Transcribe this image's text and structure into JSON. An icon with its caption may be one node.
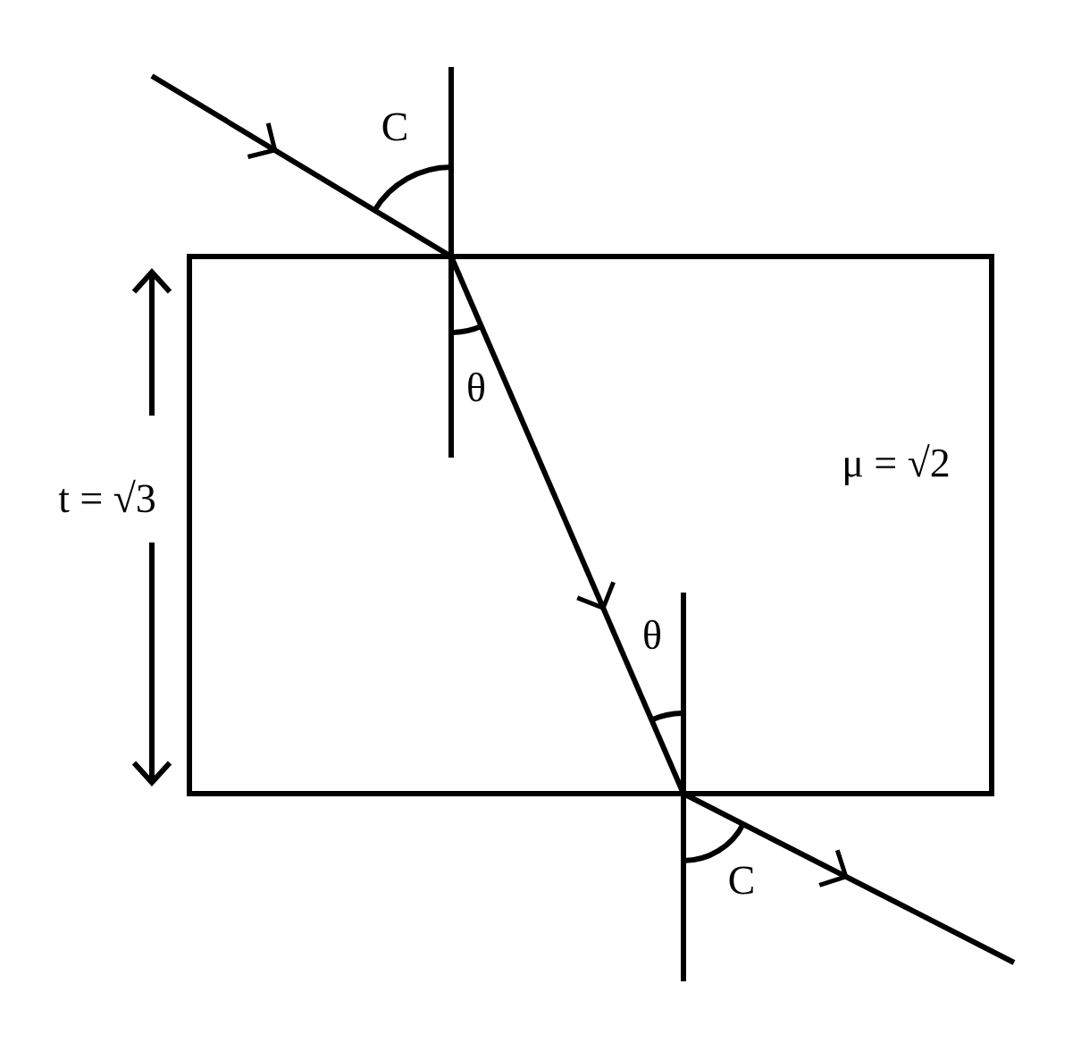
{
  "diagram": {
    "nodes": [
      {
        "text": [
          "μ = √2"
        ]
      }
    ],
    "labels": [
      "C",
      "θ",
      "θ",
      "C",
      "t = √3"
    ]
  }
}
